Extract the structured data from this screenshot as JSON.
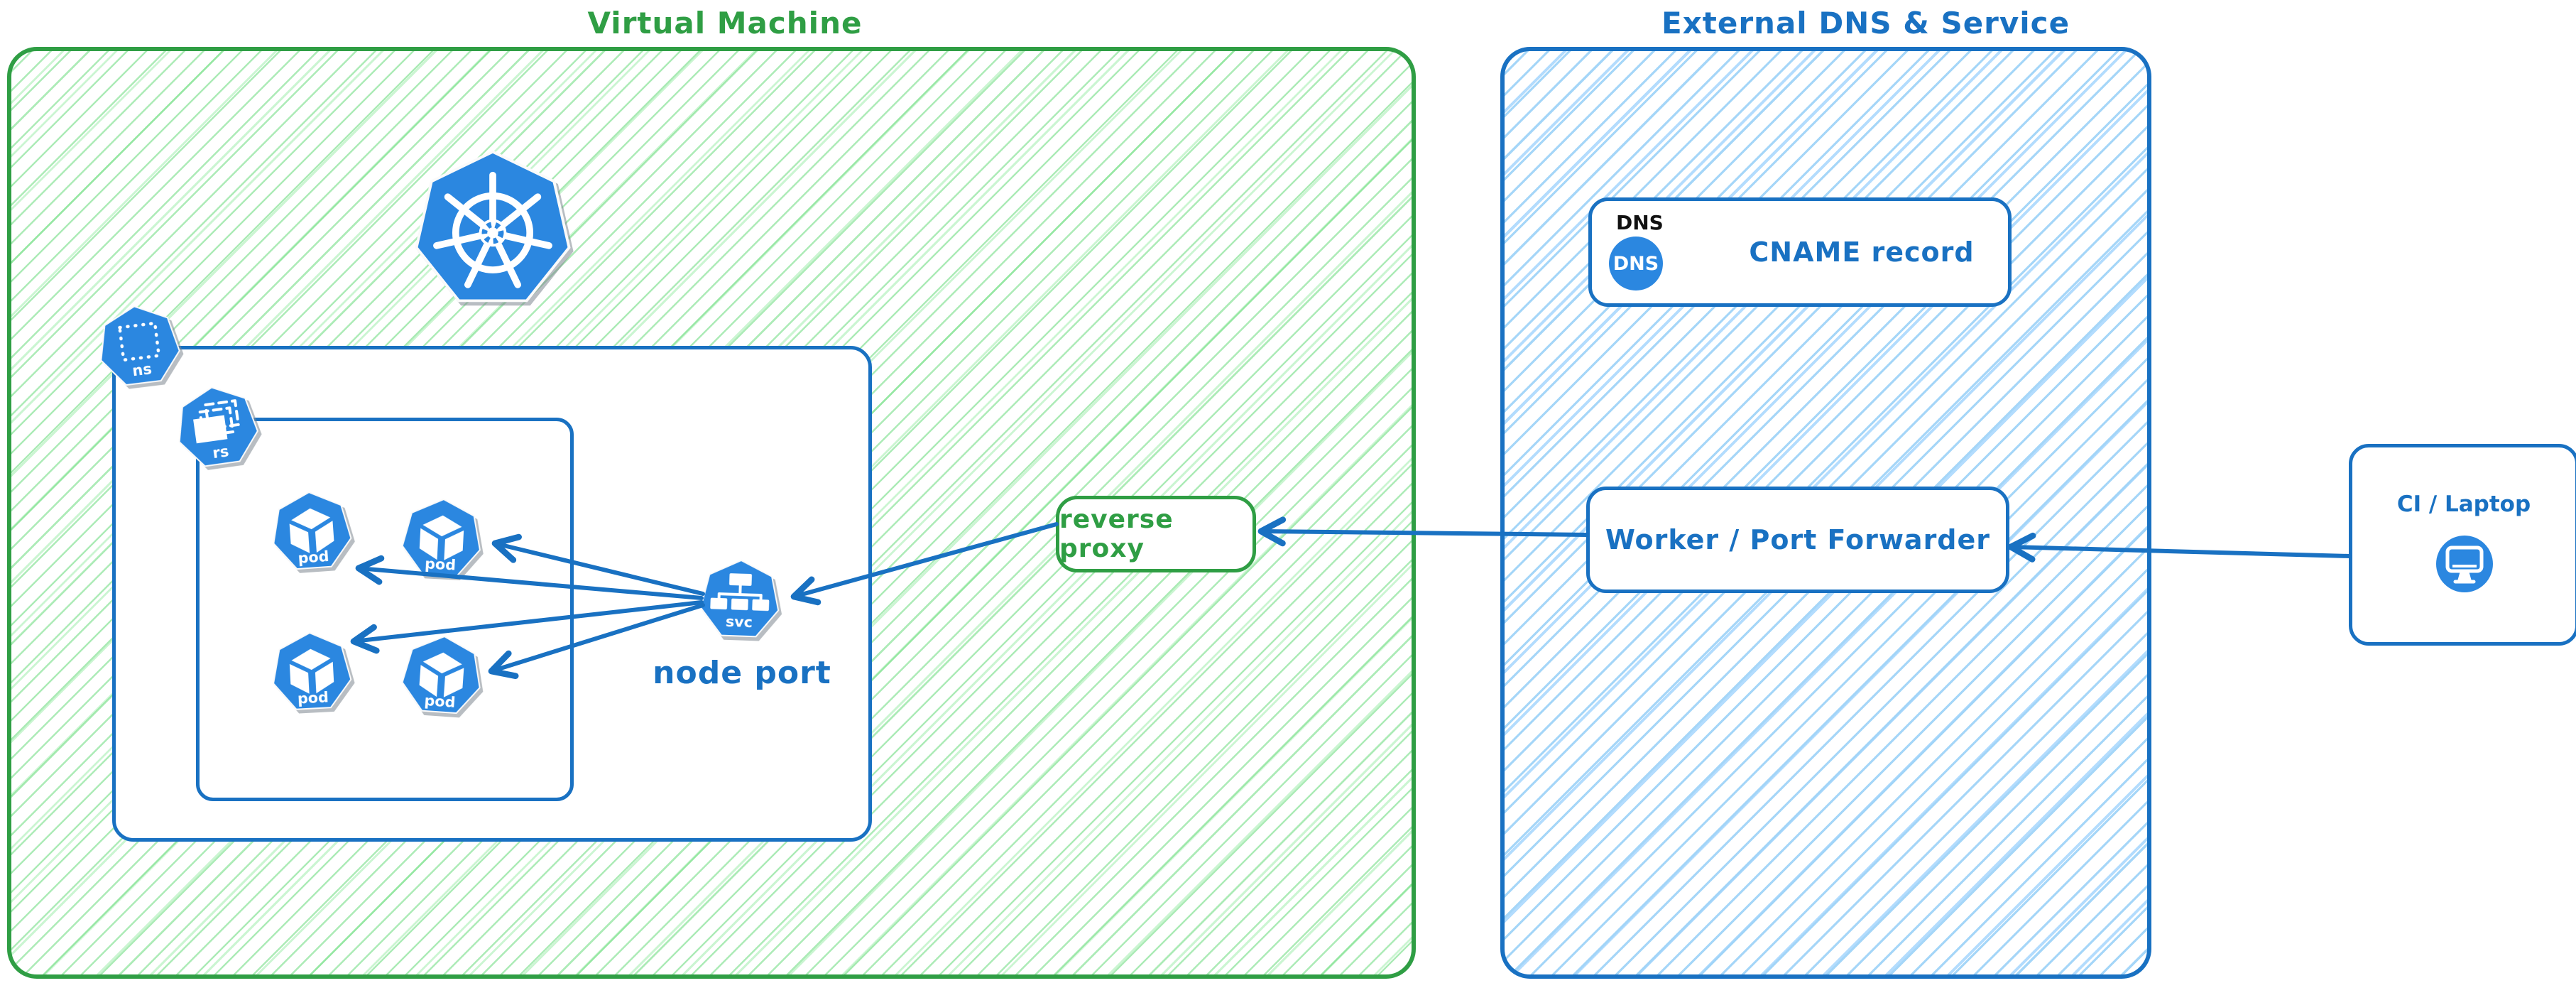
{
  "colors": {
    "green": "#2f9e44",
    "blue": "#1971c2",
    "icon-blue": "#2b87e0",
    "hatch-green": "#8ce99a",
    "hatch-blue": "#a0d4f8",
    "ink": "#111111"
  },
  "vm": {
    "title": "Virtual Machine",
    "node_port_label": "node port",
    "ns_label": "ns",
    "rs_label": "rs",
    "svc_label": "svc",
    "pod_labels": [
      "pod",
      "pod",
      "pod",
      "pod"
    ]
  },
  "reverse_proxy": {
    "label": "reverse proxy"
  },
  "external": {
    "title": "External DNS & Service",
    "dns": {
      "heading": "DNS",
      "badge": "DNS",
      "record_label": "CNAME record"
    },
    "worker_label": "Worker / Port Forwarder"
  },
  "ci": {
    "label": "CI / Laptop"
  }
}
